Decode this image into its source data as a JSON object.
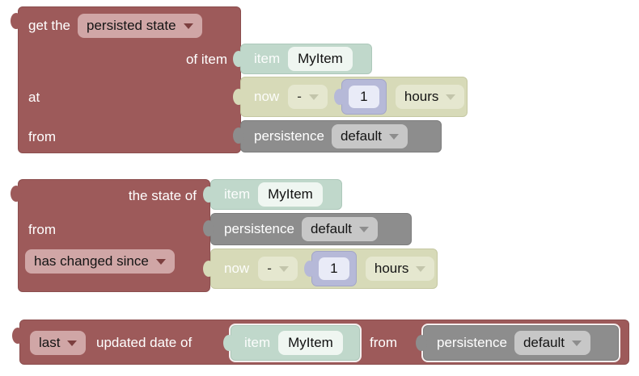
{
  "colors": {
    "canvas": "#ffffff",
    "block_red": "#9d5a5a",
    "block_teal": "#c0d8cb",
    "block_olive": "#d7dab8",
    "block_gray": "#8d8d8d",
    "block_purple": "#b6b9d8",
    "dropdown_on_red": "#d0a6a6",
    "dropdown_on_olive": "#e5e7cf",
    "dropdown_on_gray": "#c7c7c7",
    "item_field_bg": "#eff6f1",
    "number_field_bg": "#e9ebf7"
  },
  "g1": {
    "label_get_the": "get the",
    "state_type": "persisted state",
    "label_of_item": "of item",
    "label_at": "at",
    "label_from": "from",
    "item_label": "item",
    "item_value": "MyItem",
    "dt_label": "now",
    "dt_operator": "-",
    "dt_amount": "1",
    "dt_unit": "hours",
    "persist_label": "persistence",
    "persist_value": "default"
  },
  "g2": {
    "label_the_state_of": "the state of",
    "label_from": "from",
    "condition": "has changed since",
    "item_label": "item",
    "item_value": "MyItem",
    "persist_label": "persistence",
    "persist_value": "default",
    "dt_label": "now",
    "dt_operator": "-",
    "dt_amount": "1",
    "dt_unit": "hours"
  },
  "g3": {
    "which": "last",
    "label_updated_date_of": "updated date of",
    "label_from": "from",
    "item_label": "item",
    "item_value": "MyItem",
    "persist_label": "persistence",
    "persist_value": "default"
  }
}
